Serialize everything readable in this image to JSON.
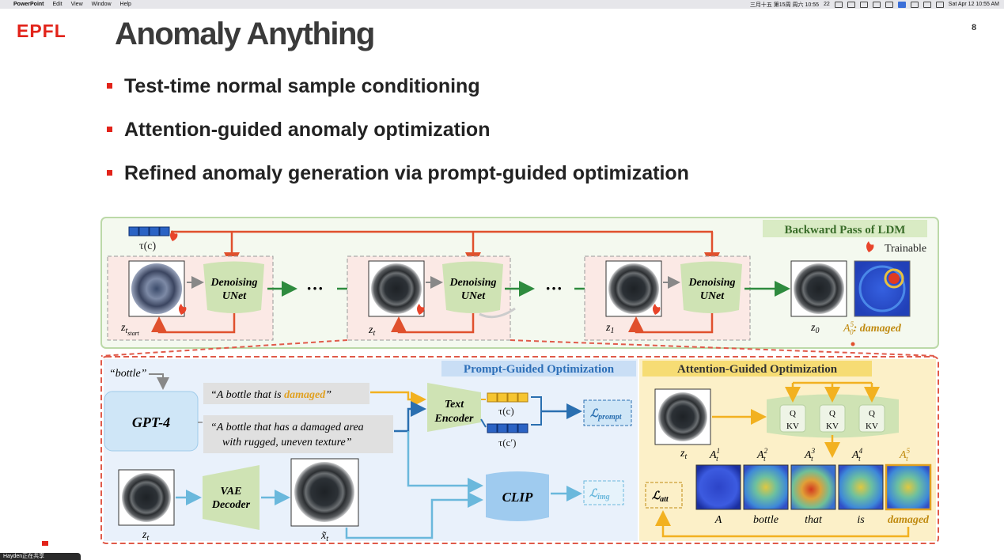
{
  "menubar": {
    "app": "PowerPoint",
    "menus": [
      "Edit",
      "View",
      "Window",
      "Help"
    ],
    "status": "三月十五 第15周 周六 10:55",
    "badge": "22",
    "datetime": "Sat Apr 12  10:55 AM"
  },
  "slide": {
    "logo": "EPFL",
    "title": "Anomaly Anything",
    "page_number": "8",
    "bullets": [
      "Test-time normal sample conditioning",
      "Attention-guided anomaly optimization",
      "Refined anomaly generation via prompt-guided optimization"
    ]
  },
  "figure": {
    "backward_title": "Backward Pass of LDM",
    "trainable": "Trainable",
    "tau_c": "τ(c)",
    "tau_c_prime": "τ(c′)",
    "unet_label_1": "Denoising",
    "unet_label_2": "UNet",
    "ellipsis": "···",
    "z_start": "z",
    "z_start_sub": "t",
    "z_start_subsub": "start",
    "z_t": "z",
    "z_t_sub": "t",
    "z_1": "z",
    "z_1_sub": "1",
    "z_0": "z",
    "z_0_sub": "0",
    "a0_label": "A",
    "a0_sup": "5",
    "a0_sub": "0",
    "a0_text": ": damaged",
    "prompt_title": "Prompt-Guided  Optimization",
    "attention_title": "Attention-Guided Optimization",
    "bottle_quote": "“bottle”",
    "gpt4": "GPT-4",
    "prompt1_prefix": "“A bottle that is ",
    "prompt1_word": "damaged",
    "prompt1_suffix": "”",
    "prompt2_line1": "“A bottle that has a damaged area",
    "prompt2_line2": "with rugged, uneven texture”",
    "text_encoder_1": "Text",
    "text_encoder_2": "Encoder",
    "loss_prompt": "ℒ",
    "loss_prompt_sub": "prompt",
    "vae_1": "VAE",
    "vae_2": "Decoder",
    "x_t": "x̃",
    "x_t_sub": "t",
    "clip": "CLIP",
    "loss_img": "ℒ",
    "loss_img_sub": "img",
    "loss_att": "ℒ",
    "loss_att_sub": "att",
    "q": "Q",
    "kv": "KV",
    "attn_maps": [
      {
        "sup": "1",
        "word": "A"
      },
      {
        "sup": "2",
        "word": "bottle"
      },
      {
        "sup": "3",
        "word": "that"
      },
      {
        "sup": "4",
        "word": "is"
      },
      {
        "sup": "5",
        "word": "damaged"
      }
    ]
  },
  "share_bar": "Hayden正在共享",
  "colors": {
    "epfl_red": "#e2231a",
    "arrow_red": "#e0502d",
    "arrow_green": "#2e8b3e",
    "arrow_blue": "#6ab8dc",
    "arrow_orange": "#f2b120",
    "unet_green": "#cfe3b4",
    "blue_panel": "#e9f1fb",
    "yellow_panel": "#fcf0c8"
  }
}
